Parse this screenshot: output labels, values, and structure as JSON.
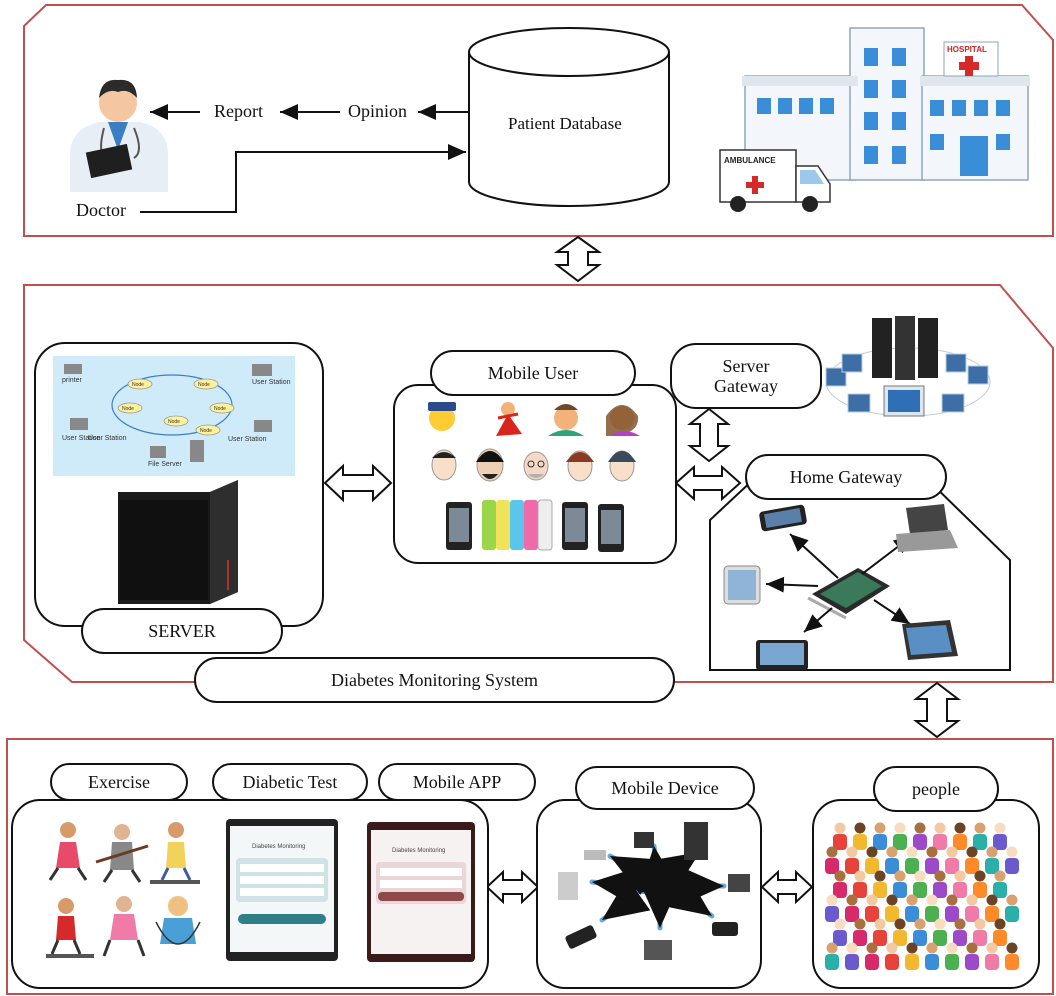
{
  "top": {
    "doctor_label": "Doctor",
    "report_label": "Report",
    "opinion_label": "Opinion",
    "database_label": "Patient Database",
    "hospital_sign": "HOSPITAL",
    "ambulance_sign": "AMBULANCE"
  },
  "middle": {
    "server_label": "SERVER",
    "mobile_user_label": "Mobile User",
    "server_gateway_label": "Server Gateway",
    "home_gateway_label": "Home Gateway",
    "system_label": "Diabetes Monitoring System",
    "network_nodes": [
      "printer",
      "Node",
      "Node",
      "Node",
      "Node",
      "Node",
      "Node",
      "User Station",
      "User Station",
      "User Station",
      "File Server",
      "User Station"
    ]
  },
  "bottom": {
    "exercise_label": "Exercise",
    "diabetic_test_label": "Diabetic Test",
    "mobile_app_label": "Mobile APP",
    "mobile_device_label": "Mobile Device",
    "people_label": "people",
    "app_screen_title": "Diabetes Monitoring"
  },
  "colors": {
    "panel_border": "#c0504d",
    "accent_blue": "#3a7fc4",
    "screen_teal": "#2f7f89",
    "screen_maroon": "#8e4a4a"
  },
  "icons": [
    "doctor-icon",
    "hospital-icon",
    "ambulance-icon",
    "server-tower-icon",
    "network-map-icon",
    "server-rack-icon",
    "tablet-icon",
    "laptop-icon",
    "smartphone-icon",
    "cloud-network-icon",
    "crowd-icon",
    "exercise-icon",
    "double-arrow-icon"
  ]
}
